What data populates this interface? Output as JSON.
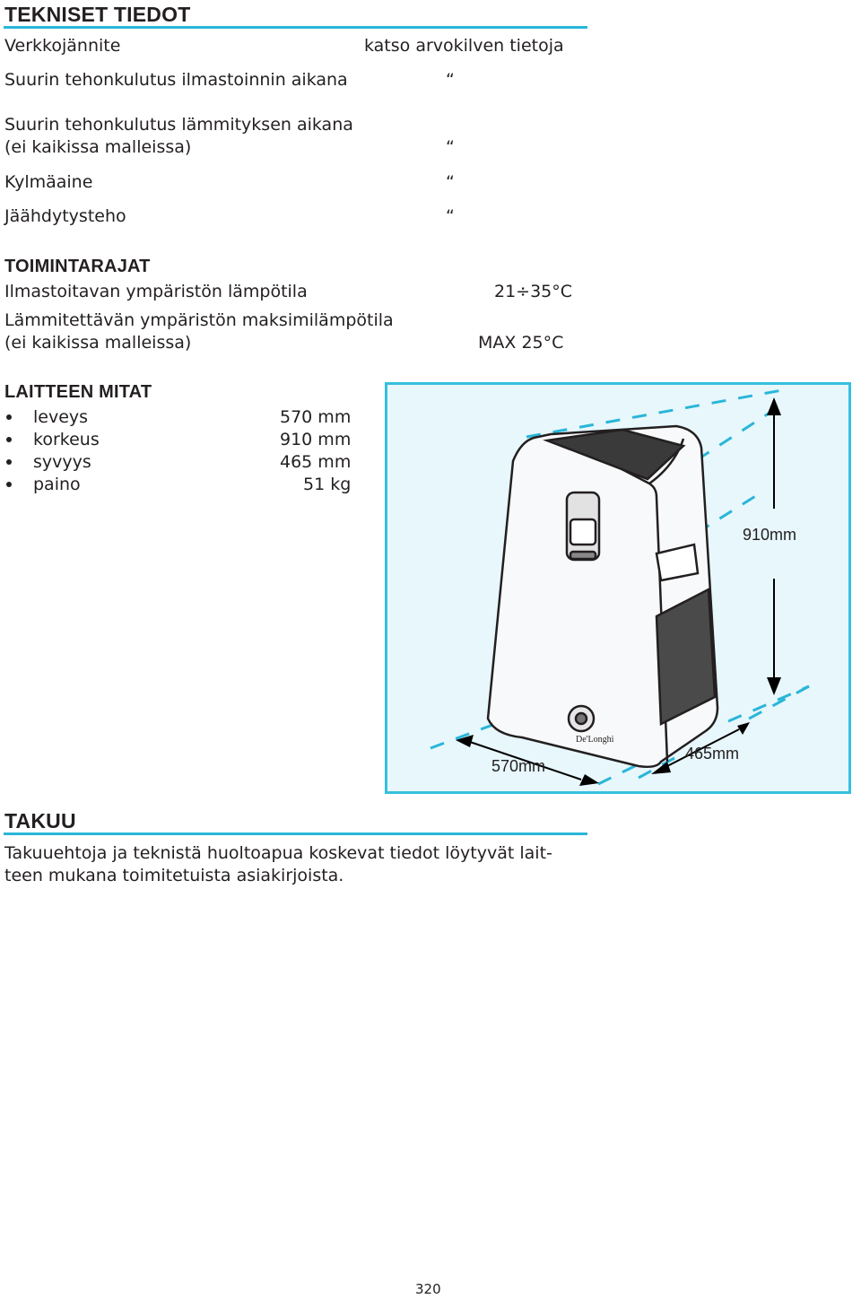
{
  "technical": {
    "title": "TEKNISET TIEDOT",
    "rows": [
      {
        "label": "Verkkojännite",
        "value": "katso arvokilven tietoja"
      },
      {
        "label": "Suurin tehonkulutus ilmastoinnin aikana",
        "value": "“"
      },
      {
        "label": "Suurin tehonkulutus lämmityksen aikana",
        "label2": "(ei kaikissa malleissa)",
        "value": "“"
      },
      {
        "label": "Kylmäaine",
        "value": "“"
      },
      {
        "label": "Jäähdytysteho",
        "value": "“"
      }
    ]
  },
  "limits": {
    "title": "TOIMINTARAJAT",
    "rows": [
      {
        "label": "Ilmastoitavan ympäristön lämpötila",
        "value": "21÷35°C"
      },
      {
        "label": "Lämmitettävän ympäristön maksimilämpötila",
        "label2": "(ei kaikissa malleissa)",
        "value": "MAX 25°C"
      }
    ]
  },
  "dimensions": {
    "title": "LAITTEEN MITAT",
    "rows": [
      {
        "label": "leveys",
        "value": "570 mm"
      },
      {
        "label": "korkeus",
        "value": "910 mm"
      },
      {
        "label": "syvyys",
        "value": "465 mm"
      },
      {
        "label": "paino",
        "value": "51 kg"
      }
    ],
    "figure": {
      "height_label": "910mm",
      "width_label": "570mm",
      "depth_label": "465mm",
      "brand_mark": "De'Longhi"
    }
  },
  "warranty": {
    "title": "TAKUU",
    "line1": "Takuuehtoja ja teknistä huoltoapua koskevat tiedot löytyvät lait-",
    "line2": "teen mukana toimitetuista asiakirjoista."
  },
  "page_number": "320",
  "colors": {
    "accent": "#29b6d8",
    "panel_bg": "#e7f7fc",
    "text": "#231f20"
  }
}
